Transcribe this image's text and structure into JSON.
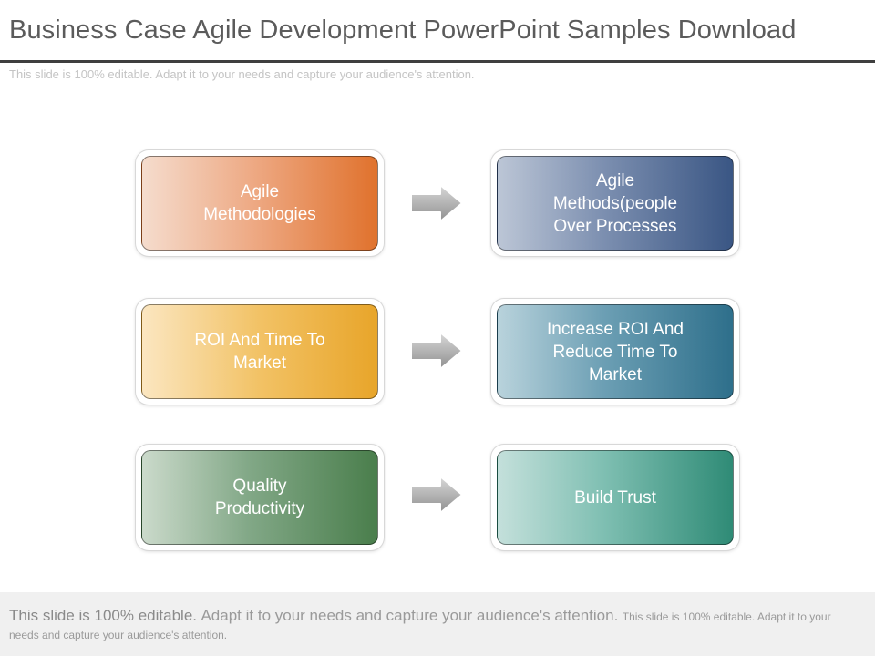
{
  "slide": {
    "title": "Business Case Agile Development PowerPoint Samples Download",
    "subtitle": "This slide is 100% editable. Adapt it to your needs and capture your audience's attention."
  },
  "diagram": {
    "boxes": [
      {
        "lines": [
          "Agile",
          "Methodologies"
        ],
        "color": "#e0722d"
      },
      {
        "lines": [
          "Agile",
          "Methods(people",
          "Over Processes"
        ],
        "color": "#3a5684"
      },
      {
        "lines": [
          "ROI And Time To",
          "Market"
        ],
        "color": "#e8a52a"
      },
      {
        "lines": [
          "Increase ROI And",
          "Reduce Time To",
          "Market"
        ],
        "color": "#2e6f8b"
      },
      {
        "lines": [
          "Quality",
          "Productivity"
        ],
        "color": "#4a7e4c"
      },
      {
        "lines": [
          "Build Trust"
        ],
        "color": "#2f8b76"
      }
    ],
    "arrow_icon": "right-arrow-icon",
    "arrow_color": "#a6a6a6"
  },
  "footer": {
    "part1": "This slide is 100% editable.",
    "part2": "Adapt it to your needs and capture your audience's attention.",
    "part3": "This slide is 100% editable. Adapt it to your needs and capture your audience's attention."
  }
}
